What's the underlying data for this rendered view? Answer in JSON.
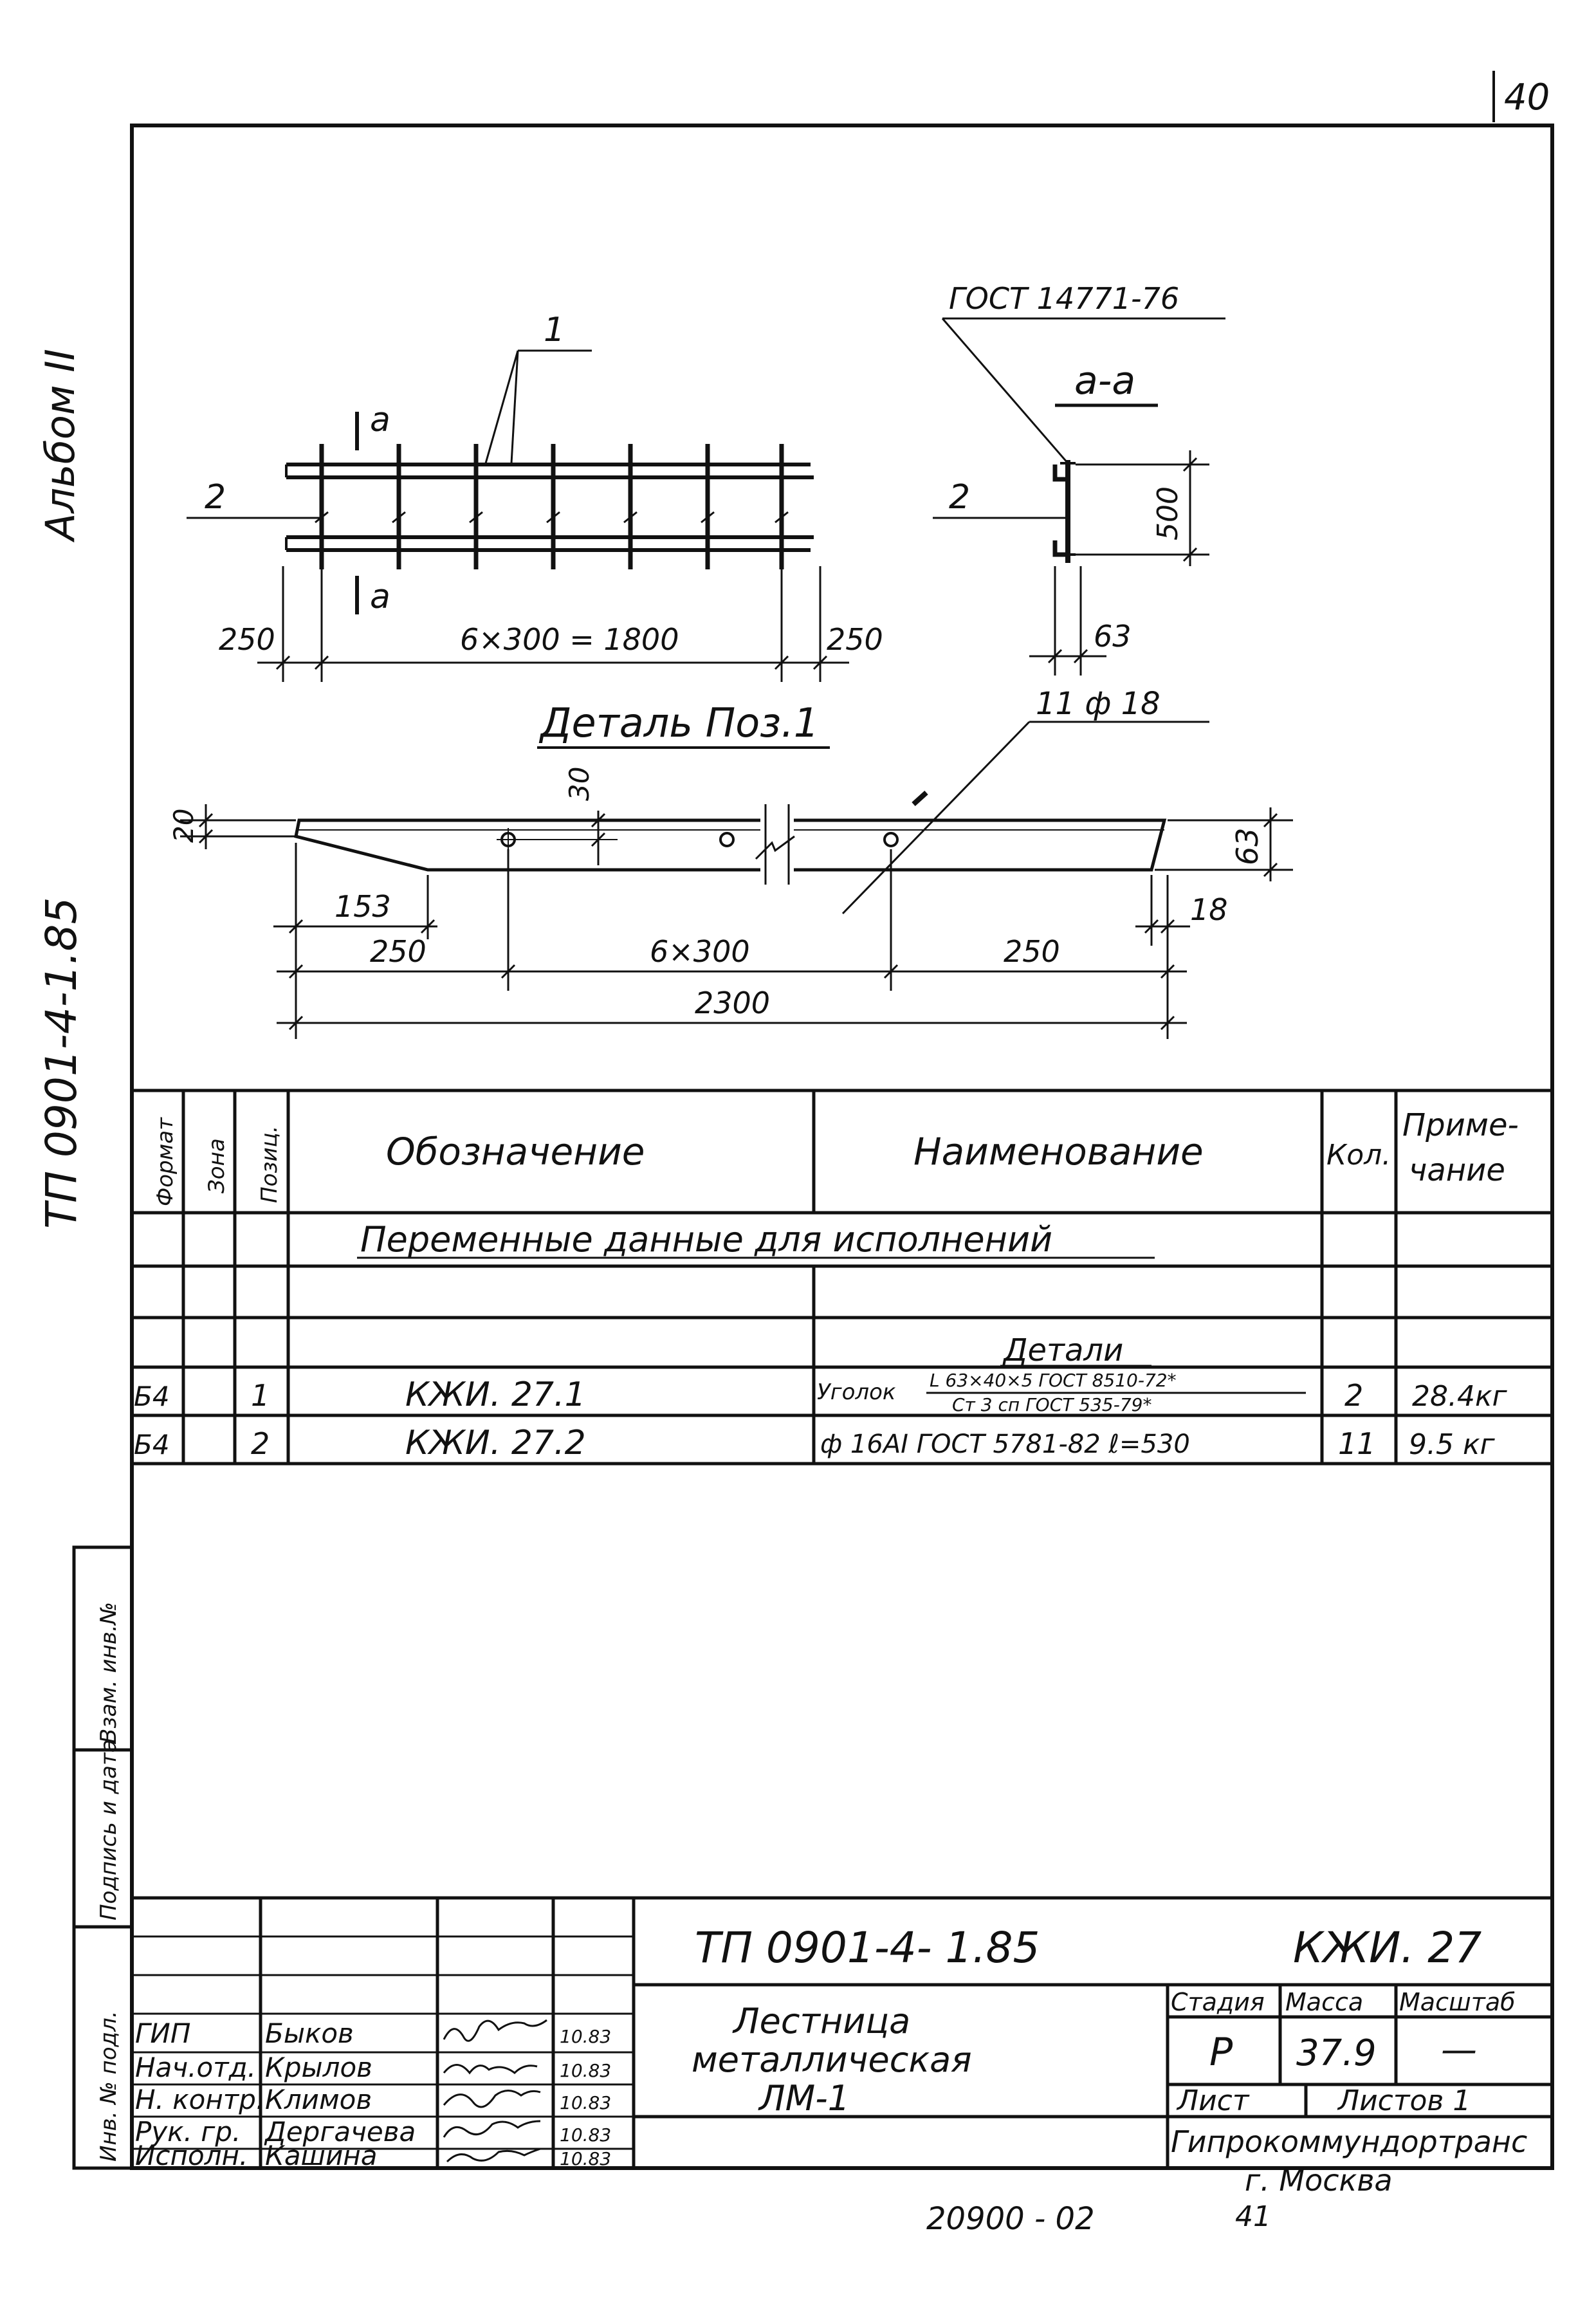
{
  "page_number": "40",
  "margin": {
    "album": "Альбом II",
    "doc_code": "ТП 0901-4-1.85",
    "stamp_labels": [
      "Взам. инв.№",
      "Подпись и дата",
      "Инв. № подл."
    ]
  },
  "drawing": {
    "plan_view": {
      "leader_1": "1",
      "leader_2": "2",
      "section_mark_top": "a",
      "section_mark_bottom": "a",
      "dim_left": "250",
      "dim_center": "6×300 = 1800",
      "dim_right": "250"
    },
    "section_view": {
      "gost_label": "ГОСТ 14771-76",
      "title": "а-а",
      "leader_2": "2",
      "dim_height": "500",
      "dim_width": "63"
    },
    "detail_view": {
      "title": "Деталь Поз.1",
      "hole_label": "11 ф 18",
      "dim_20": "20",
      "dim_30": "30",
      "dim_63": "63",
      "dim_18": "18",
      "dim_153": "153",
      "dim_250_left": "250",
      "dim_6x300": "6×300",
      "dim_250_right": "250",
      "dim_total": "2300"
    }
  },
  "spec_table": {
    "headers": {
      "format": "Формат",
      "zone": "Зона",
      "position": "Позиц.",
      "designation": "Обозначение",
      "name": "Наименование",
      "qty": "Кол.",
      "note_1": "Приме-",
      "note_2": "чание"
    },
    "section_title": "Переменные данные для исполнений",
    "subsection": "Детали",
    "rows": [
      {
        "format": "Б4",
        "zone": "",
        "position": "1",
        "designation": "КЖИ. 27.1",
        "name_prefix": "Уголок",
        "name_top": "L 63×40×5 ГОСТ 8510-72*",
        "name_bottom": "Ст 3 сп ГОСТ 535-79*",
        "qty": "2",
        "note": "28.4кг"
      },
      {
        "format": "Б4",
        "zone": "",
        "position": "2",
        "designation": "КЖИ. 27.2",
        "name": "ф 16АI ГОСТ 5781-82 ℓ=530",
        "qty": "11",
        "note": "9.5 кг"
      }
    ]
  },
  "title_block": {
    "doc_code": "ТП 0901-4- 1.85",
    "sheet_code": "КЖИ. 27",
    "title_line1": "Лестница",
    "title_line2": "металлическая",
    "title_line3": "ЛМ-1",
    "stage_label": "Стадия",
    "mass_label": "Масса",
    "scale_label": "Масштаб",
    "stage": "Р",
    "mass": "37.9",
    "scale": "—",
    "sheet_label": "Лист",
    "sheets_label": "Листов 1",
    "org_line1": "Гипрокоммундортранс",
    "org_line2": "г. Москва",
    "signers": [
      {
        "role": "ГИП",
        "name": "Быков",
        "date": "10.83"
      },
      {
        "role": "Нач.отд.",
        "name": "Крылов",
        "date": "10.83"
      },
      {
        "role": "Н. контр.",
        "name": "Климов",
        "date": "10.83"
      },
      {
        "role": "Рук. гр.",
        "name": "Дергачева",
        "date": "10.83"
      },
      {
        "role": "Исполн.",
        "name": "Кашина",
        "date": "10.83"
      }
    ]
  },
  "footer": {
    "code": "20900 - 02",
    "num": "41"
  }
}
